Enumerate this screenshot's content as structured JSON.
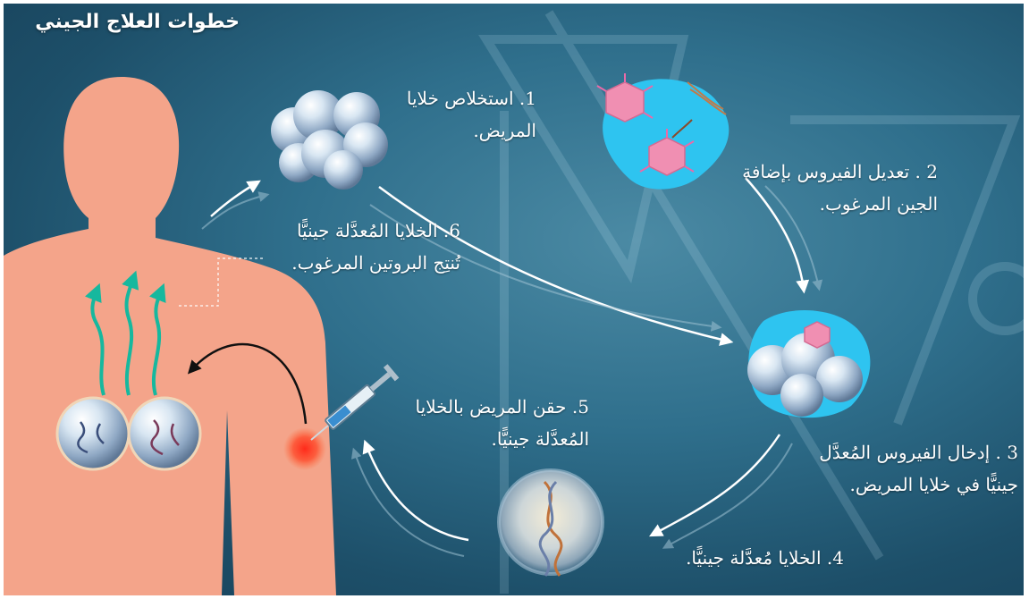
{
  "title": "خطوات العلاج الجيني",
  "steps": [
    {
      "line1": "1. استخلاص خلايا",
      "line2": "المريض."
    },
    {
      "line1": "2 . تعديل الفيروس بإضافة",
      "line2": "الجين المرغوب."
    },
    {
      "line1": "3 . إدخال الفيروس المُعدَّل",
      "line2": "جينيًّا في خلايا المريض."
    },
    {
      "line1": "4. الخلايا مُعدَّلة جينيًّا.",
      "line2": ""
    },
    {
      "line1": "5. حقن المريض بالخلايا",
      "line2": "المُعدَّلة جينيًّا."
    },
    {
      "line1": "6. الخلايا المُعدَّلة جينيًّا",
      "line2": "تُنتِج البروتين المرغوب."
    }
  ],
  "colors": {
    "background": "#2f6f8c",
    "body": "#f4a48a",
    "virus_pool": "#2ec4f0",
    "virus": "#f08fb2",
    "protein_arrow": "#16b89e",
    "injection_spot": "#ff2a1a"
  },
  "icons": [
    "patient-body",
    "cell-cluster",
    "virus-icon",
    "dna-icon",
    "syringe-icon",
    "arrow-icon"
  ]
}
